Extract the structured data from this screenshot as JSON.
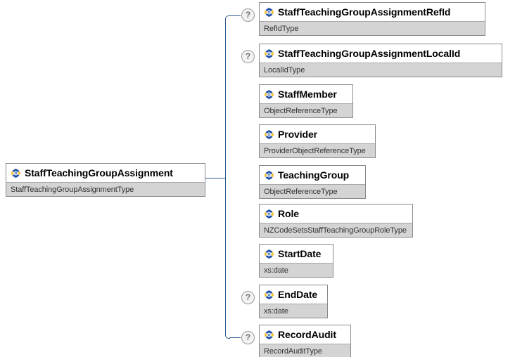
{
  "diagram": {
    "kind": "xml-schema-element-tree",
    "root": {
      "name": "StaffTeachingGroupAssignment",
      "type": "StaffTeachingGroupAssignmentType",
      "icon": "xsd-element-icon"
    },
    "children": [
      {
        "name": "StaffTeachingGroupAssignmentRefId",
        "type": "RefIdType",
        "icon": "xsd-element-icon",
        "optional": true,
        "optional_marker": "?"
      },
      {
        "name": "StaffTeachingGroupAssignmentLocalId",
        "type": "LocalIdType",
        "icon": "xsd-element-icon",
        "optional": true,
        "optional_marker": "?"
      },
      {
        "name": "StaffMember",
        "type": "ObjectReferenceType",
        "icon": "xsd-element-icon",
        "optional": false,
        "optional_marker": ""
      },
      {
        "name": "Provider",
        "type": "ProviderObjectReferenceType",
        "icon": "xsd-element-icon",
        "optional": false,
        "optional_marker": ""
      },
      {
        "name": "TeachingGroup",
        "type": "ObjectReferenceType",
        "icon": "xsd-element-icon",
        "optional": false,
        "optional_marker": ""
      },
      {
        "name": "Role",
        "type": "NZCodeSetsStaffTeachingGroupRoleType",
        "icon": "xsd-element-icon",
        "optional": false,
        "optional_marker": ""
      },
      {
        "name": "StartDate",
        "type": "xs:date",
        "icon": "xsd-element-icon",
        "optional": false,
        "optional_marker": ""
      },
      {
        "name": "EndDate",
        "type": "xs:date",
        "icon": "xsd-element-icon",
        "optional": true,
        "optional_marker": "?"
      },
      {
        "name": "RecordAudit",
        "type": "RecordAuditType",
        "icon": "xsd-element-icon",
        "optional": true,
        "optional_marker": "?"
      }
    ],
    "colors": {
      "connector": "#2d5a8e",
      "box_border": "#8a8a8a",
      "name_background": "#ffffff",
      "type_background": "#d4d4d4",
      "name_text": "#000000",
      "type_text": "#333333",
      "marker_border": "#9a9a9a",
      "marker_text": "#707070",
      "icon_blue": "#1f4fa8",
      "icon_yellow": "#f2c12e"
    }
  }
}
